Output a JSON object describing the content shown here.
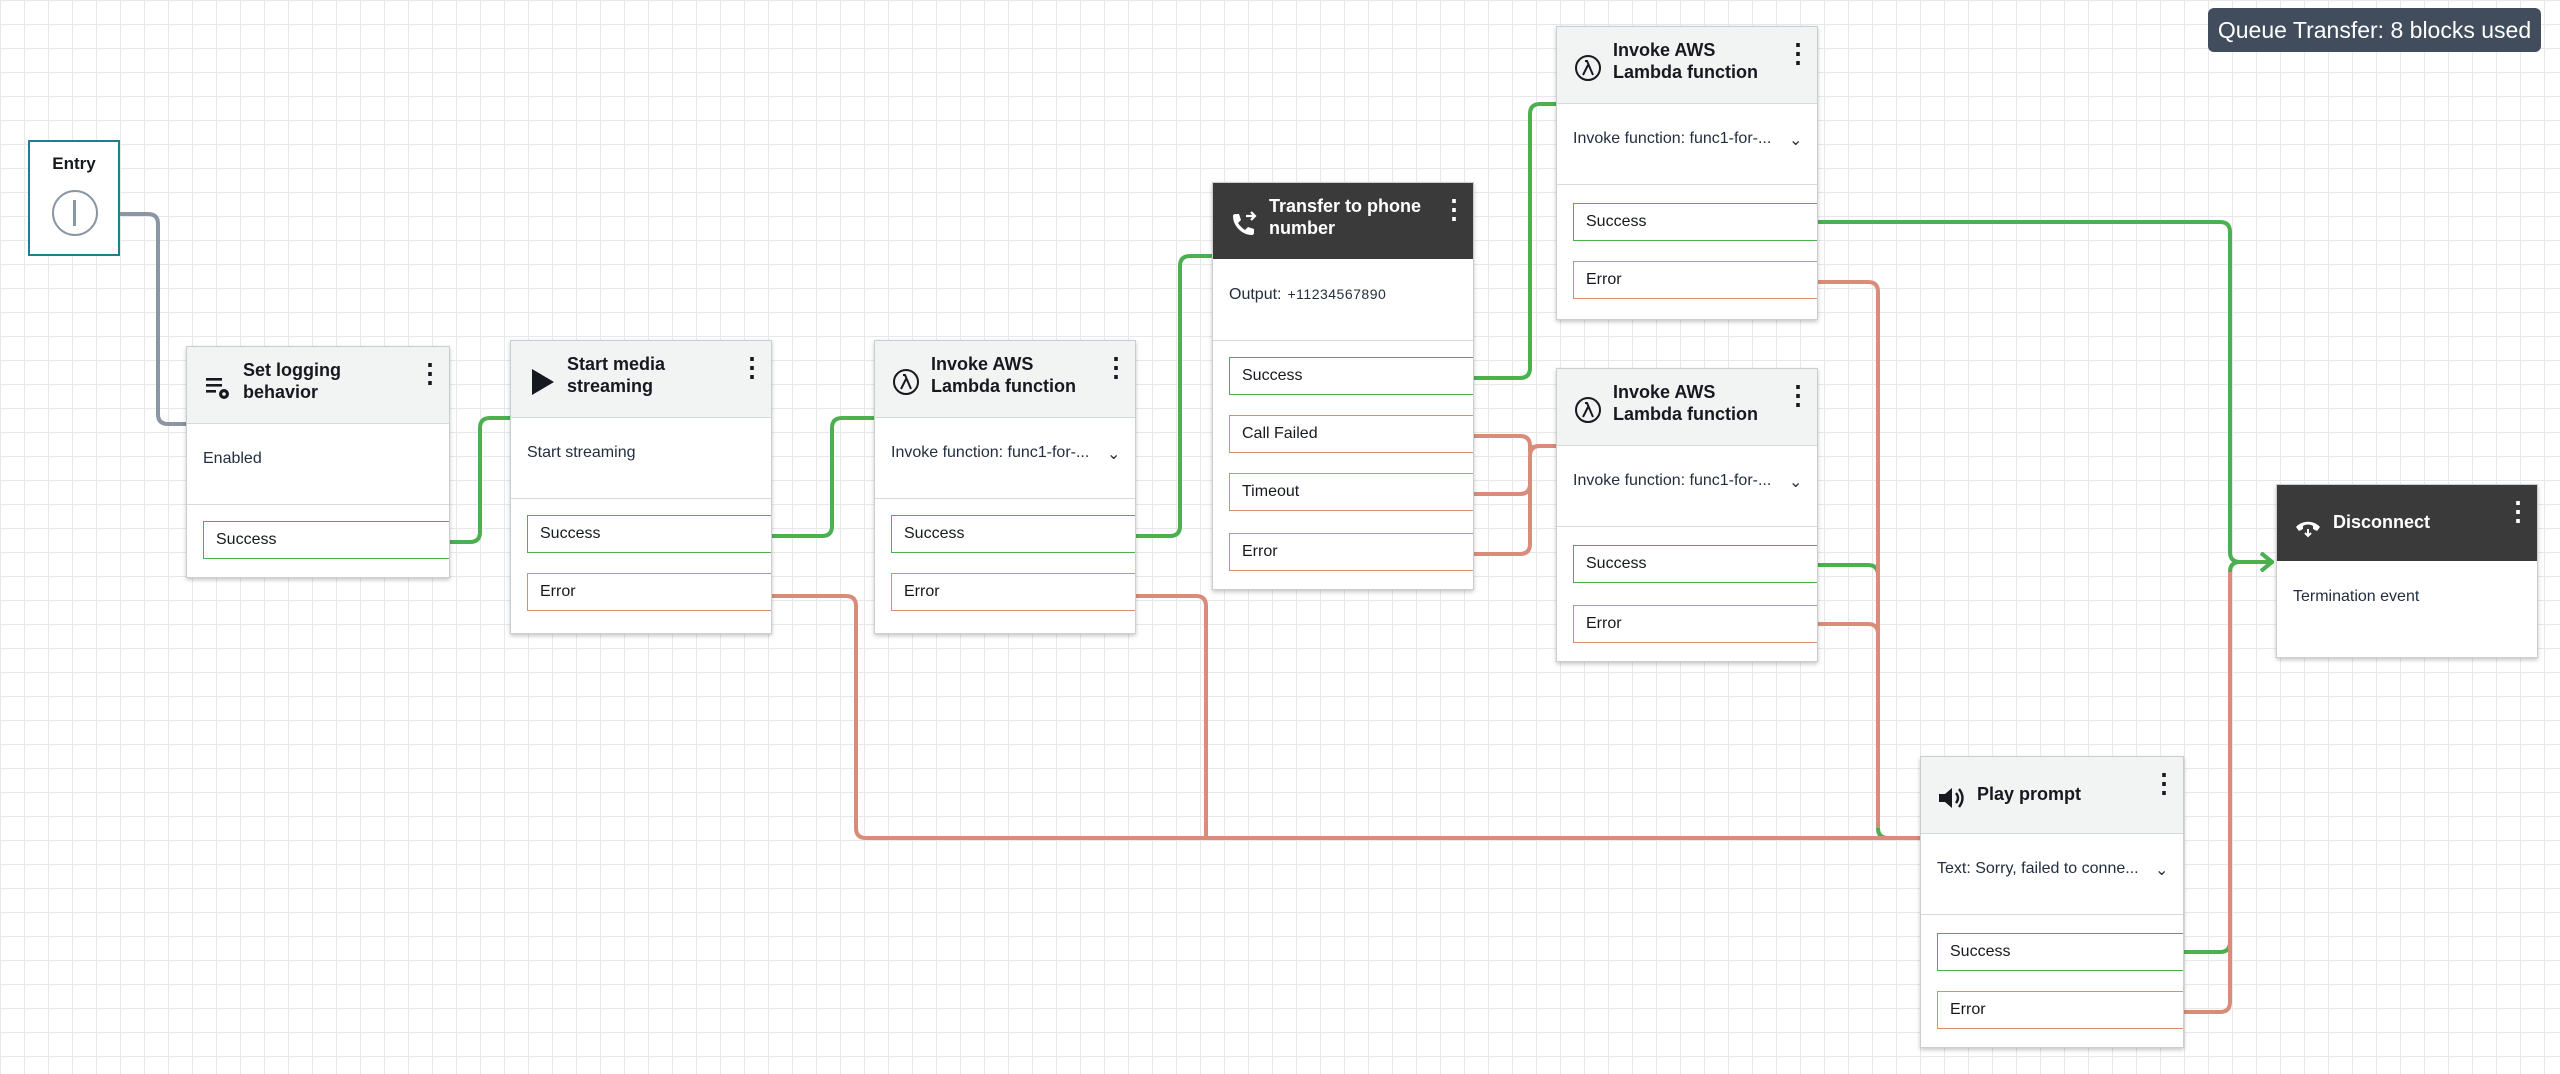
{
  "badge": {
    "text": "Queue Transfer: 8 blocks used"
  },
  "colors": {
    "success": "#4caf50",
    "error": "#d98c79",
    "entry": "#1a8193",
    "header_dark": "#3a3a3a"
  },
  "entry": {
    "label": "Entry",
    "icon": "entry-icon"
  },
  "blocks": {
    "set_logging": {
      "title": "Set logging behavior",
      "icon": "logging-icon",
      "body": "Enabled",
      "branches": [
        "Success"
      ]
    },
    "start_media": {
      "title": "Start media streaming",
      "icon": "play-icon",
      "body": "Start streaming",
      "branches": [
        "Success",
        "Error"
      ]
    },
    "invoke_lambda_1": {
      "title": "Invoke AWS Lambda function",
      "icon": "lambda-icon",
      "body": "Invoke function: func1-for-...",
      "branches": [
        "Success",
        "Error"
      ]
    },
    "transfer_phone": {
      "title": "Transfer to phone number",
      "icon": "phone-transfer-icon",
      "body_label": "Output:",
      "body_value": "+11234567890",
      "branches": [
        "Success",
        "Call Failed",
        "Timeout",
        "Error"
      ]
    },
    "invoke_lambda_2": {
      "title": "Invoke AWS Lambda function",
      "icon": "lambda-icon",
      "body": "Invoke function: func1-for-...",
      "branches": [
        "Success",
        "Error"
      ]
    },
    "invoke_lambda_3": {
      "title": "Invoke AWS Lambda function",
      "icon": "lambda-icon",
      "body": "Invoke function: func1-for-...",
      "branches": [
        "Success",
        "Error"
      ]
    },
    "play_prompt": {
      "title": "Play prompt",
      "icon": "speaker-icon",
      "body": "Text: Sorry, failed to conne...",
      "branches": [
        "Success",
        "Error"
      ]
    },
    "disconnect": {
      "title": "Disconnect",
      "icon": "hangup-icon",
      "body": "Termination event"
    }
  },
  "ui": {
    "kebab": "⋮",
    "caret": "⌄"
  }
}
